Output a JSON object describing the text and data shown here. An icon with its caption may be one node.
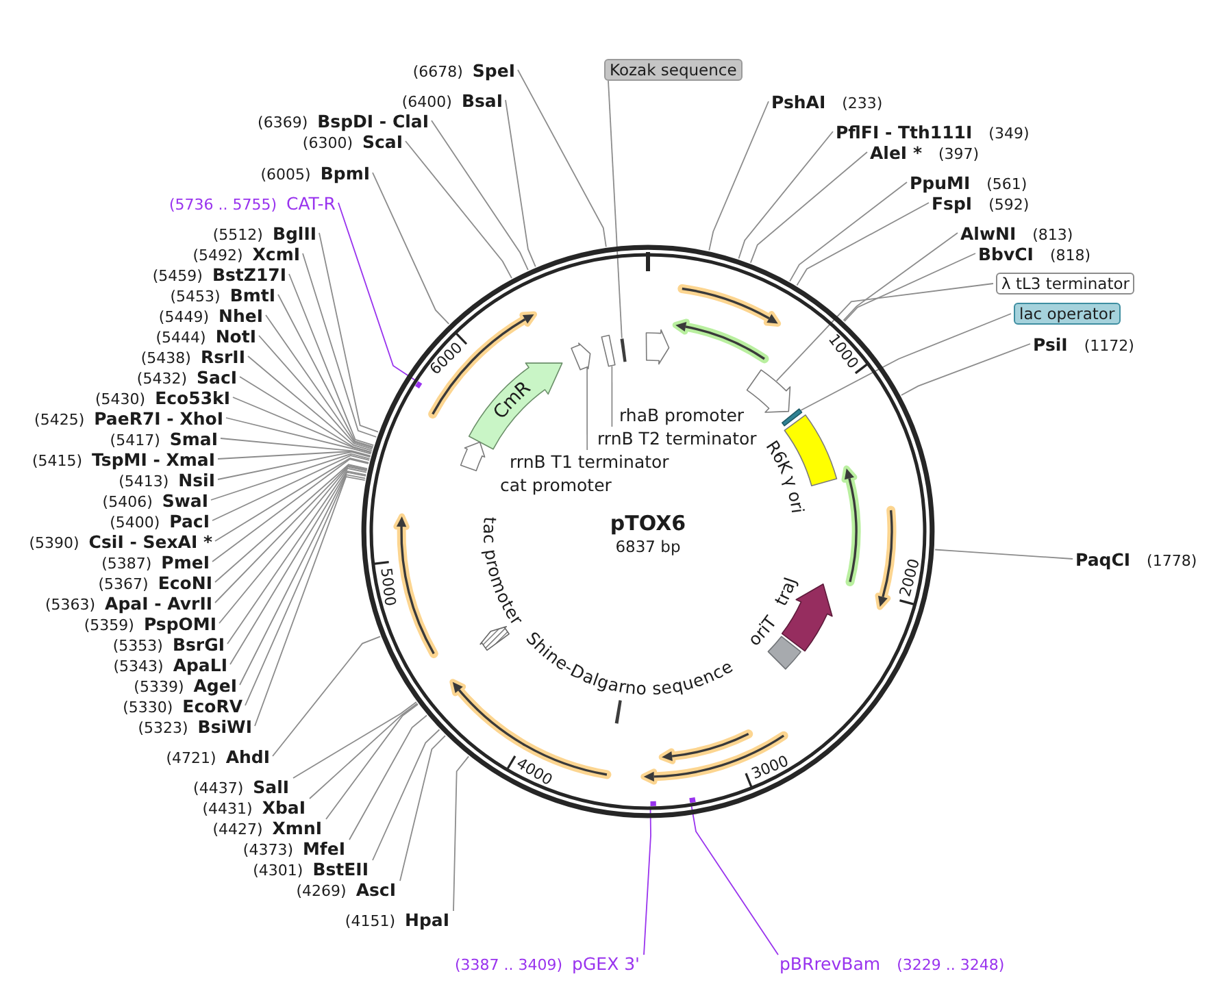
{
  "diagram": {
    "nodes": [
      {
        "text": [
          "pTOX6",
          "6837 bp"
        ]
      },
      {
        "text": [
          "CmR"
        ],
        "in": 0
      },
      {
        "text": [
          "cat promoter"
        ],
        "in": 0
      },
      {
        "text": [
          "rrnB T1 terminator"
        ],
        "in": 0
      },
      {
        "text": [],
        "shape": "arrow",
        "in": 0
      },
      {
        "text": [],
        "shape": "bar",
        "in": 0
      },
      {
        "text": [
          "rrnB T2 terminator"
        ],
        "in": 0
      },
      {
        "text": [],
        "shape": "bar",
        "in": 0
      },
      {
        "text": [
          "rhaB promoter"
        ],
        "in": 0
      },
      {
        "text": [],
        "shape": "arrow",
        "in": 0
      },
      {
        "text": [],
        "shape": "bar",
        "in": 0
      },
      {
        "text": [
          "R6K γ ori"
        ],
        "in": 0
      },
      {
        "text": [
          "traJ"
        ],
        "in": 0
      },
      {
        "text": [
          "oriT"
        ],
        "in": 0
      },
      {
        "text": [
          "Shine-Dalgarno sequence"
        ],
        "in": 0
      },
      {
        "text": [
          "tac promoter"
        ],
        "in": 0
      },
      {
        "text": [],
        "shape": "bar",
        "in": 0
      },
      {
        "text": [],
        "shape": "bar",
        "in": 0
      },
      {
        "text": [],
        "shape": "bar",
        "in": 0
      },
      {
        "text": [
          "Kozak sequence"
        ]
      },
      {
        "text": [
          "PshAI",
          "(233)"
        ]
      },
      {
        "text": [
          "PflFI - Tth111I",
          "(349)"
        ]
      },
      {
        "text": [
          "AleI *",
          "(397)"
        ]
      },
      {
        "text": [
          "PpuMI",
          "(561)"
        ]
      },
      {
        "text": [
          "FspI",
          "(592)"
        ]
      },
      {
        "text": [
          "AlwNI",
          "(813)"
        ]
      },
      {
        "text": [
          "BbvCI",
          "(818)"
        ]
      },
      {
        "text": [
          "λ tL3 terminator"
        ]
      },
      {
        "text": [
          "lac operator"
        ]
      },
      {
        "text": [
          "PsiI",
          "(1172)"
        ]
      },
      {
        "text": [
          "PaqCI",
          "(1778)"
        ]
      },
      {
        "text": [
          "pBRrevBam",
          "(3229 .. 3248)"
        ]
      },
      {
        "text": [
          "(3387 .. 3409)",
          "pGEX 3'"
        ]
      },
      {
        "text": [
          "(4151)",
          "HpaI"
        ]
      },
      {
        "text": [
          "(4269)",
          "AscI"
        ]
      },
      {
        "text": [
          "(4301)",
          "BstEII"
        ]
      },
      {
        "text": [
          "(4373)",
          "MfeI"
        ]
      },
      {
        "text": [
          "(4427)",
          "XmnI"
        ]
      },
      {
        "text": [
          "(4431)",
          "XbaI"
        ]
      },
      {
        "text": [
          "(4437)",
          "SalI"
        ]
      },
      {
        "text": [
          "(4721)",
          "AhdI"
        ]
      },
      {
        "text": [
          "(5323)",
          "BsiWI"
        ]
      },
      {
        "text": [
          "(5330)",
          "EcoRV"
        ]
      },
      {
        "text": [
          "(5339)",
          "AgeI"
        ]
      },
      {
        "text": [
          "(5343)",
          "ApaLI"
        ]
      },
      {
        "text": [
          "(5353)",
          "BsrGI"
        ]
      },
      {
        "text": [
          "(5359)",
          "PspOMI"
        ]
      },
      {
        "text": [
          "(5363)",
          "ApaI - AvrII"
        ]
      },
      {
        "text": [
          "(5367)",
          "EcoNI"
        ]
      },
      {
        "text": [
          "(5387)",
          "PmeI"
        ]
      },
      {
        "text": [
          "(5390)",
          "CsiI - SexAI *"
        ]
      },
      {
        "text": [
          "(5400)",
          "PacI"
        ]
      },
      {
        "text": [
          "(5406)",
          "SwaI"
        ]
      },
      {
        "text": [
          "(5413)",
          "NsiI"
        ]
      },
      {
        "text": [
          "(5415)",
          "TspMI - XmaI"
        ]
      },
      {
        "text": [
          "(5417)",
          "SmaI"
        ]
      },
      {
        "text": [
          "(5425)",
          "PaeR7I - XhoI"
        ]
      },
      {
        "text": [
          "(5430)",
          "Eco53kI"
        ]
      },
      {
        "text": [
          "(5432)",
          "SacI"
        ]
      },
      {
        "text": [
          "(5438)",
          "RsrII"
        ]
      },
      {
        "text": [
          "(5444)",
          "NotI"
        ]
      },
      {
        "text": [
          "(5449)",
          "NheI"
        ]
      },
      {
        "text": [
          "(5453)",
          "BmtI"
        ]
      },
      {
        "text": [
          "(5459)",
          "BstZ17I"
        ]
      },
      {
        "text": [
          "(5492)",
          "XcmI"
        ]
      },
      {
        "text": [
          "(5512)",
          "BglII"
        ]
      },
      {
        "text": [
          "(5736 .. 5755)",
          "CAT-R"
        ]
      },
      {
        "text": [
          "(6005)",
          "BpmI"
        ]
      },
      {
        "text": [
          "(6300)",
          "ScaI"
        ]
      },
      {
        "text": [
          "(6369)",
          "BspDI - ClaI"
        ]
      },
      {
        "text": [
          "(6400)",
          "BsaI"
        ]
      },
      {
        "text": [
          "(6678)",
          "SpeI"
        ]
      }
    ],
    "edges": [
      {
        "from": 3,
        "to": 4,
        "arrow": "none"
      },
      {
        "from": 6,
        "to": 5,
        "arrow": "none"
      },
      {
        "from": 19,
        "to": 7,
        "arrow": "none"
      },
      {
        "from": 20,
        "to": 0,
        "arrow": "none"
      },
      {
        "from": 21,
        "to": 0,
        "arrow": "none"
      },
      {
        "from": 22,
        "to": 0,
        "arrow": "none"
      },
      {
        "from": 23,
        "to": 0,
        "arrow": "none"
      },
      {
        "from": 24,
        "to": 0,
        "arrow": "none"
      },
      {
        "from": 25,
        "to": 0,
        "arrow": "none"
      },
      {
        "from": 26,
        "to": 0,
        "arrow": "none"
      },
      {
        "from": 27,
        "to": 9,
        "arrow": "none"
      },
      {
        "from": 28,
        "to": 10,
        "arrow": "none"
      },
      {
        "from": 29,
        "to": 0,
        "arrow": "none"
      },
      {
        "from": 30,
        "to": 0,
        "arrow": "none"
      },
      {
        "from": 31,
        "to": 18,
        "arrow": "none",
        "color": "#9933ee"
      },
      {
        "from": 32,
        "to": 17,
        "arrow": "none",
        "color": "#9933ee"
      },
      {
        "from": 33,
        "to": 0,
        "arrow": "none"
      },
      {
        "from": 34,
        "to": 0,
        "arrow": "none"
      },
      {
        "from": 35,
        "to": 0,
        "arrow": "none"
      },
      {
        "from": 36,
        "to": 0,
        "arrow": "none"
      },
      {
        "from": 37,
        "to": 0,
        "arrow": "none"
      },
      {
        "from": 38,
        "to": 0,
        "arrow": "none"
      },
      {
        "from": 39,
        "to": 0,
        "arrow": "none"
      },
      {
        "from": 40,
        "to": 0,
        "arrow": "none"
      },
      {
        "from": 41,
        "to": 0,
        "arrow": "none"
      },
      {
        "from": 42,
        "to": 0,
        "arrow": "none"
      },
      {
        "from": 43,
        "to": 0,
        "arrow": "none"
      },
      {
        "from": 44,
        "to": 0,
        "arrow": "none"
      },
      {
        "from": 45,
        "to": 0,
        "arrow": "none"
      },
      {
        "from": 46,
        "to": 0,
        "arrow": "none"
      },
      {
        "from": 47,
        "to": 0,
        "arrow": "none"
      },
      {
        "from": 48,
        "to": 0,
        "arrow": "none"
      },
      {
        "from": 49,
        "to": 0,
        "arrow": "none"
      },
      {
        "from": 50,
        "to": 0,
        "arrow": "none"
      },
      {
        "from": 51,
        "to": 0,
        "arrow": "none"
      },
      {
        "from": 52,
        "to": 0,
        "arrow": "none"
      },
      {
        "from": 53,
        "to": 0,
        "arrow": "none"
      },
      {
        "from": 54,
        "to": 0,
        "arrow": "none"
      },
      {
        "from": 55,
        "to": 0,
        "arrow": "none"
      },
      {
        "from": 56,
        "to": 0,
        "arrow": "none"
      },
      {
        "from": 57,
        "to": 0,
        "arrow": "none"
      },
      {
        "from": 58,
        "to": 0,
        "arrow": "none"
      },
      {
        "from": 59,
        "to": 0,
        "arrow": "none"
      },
      {
        "from": 60,
        "to": 0,
        "arrow": "none"
      },
      {
        "from": 61,
        "to": 0,
        "arrow": "none"
      },
      {
        "from": 62,
        "to": 0,
        "arrow": "none"
      },
      {
        "from": 63,
        "to": 0,
        "arrow": "none"
      },
      {
        "from": 64,
        "to": 0,
        "arrow": "none"
      },
      {
        "from": 65,
        "to": 0,
        "arrow": "none"
      },
      {
        "from": 66,
        "to": 16,
        "arrow": "none",
        "color": "#9933ee"
      },
      {
        "from": 67,
        "to": 0,
        "arrow": "none"
      },
      {
        "from": 68,
        "to": 0,
        "arrow": "none"
      },
      {
        "from": 69,
        "to": 0,
        "arrow": "none"
      },
      {
        "from": 70,
        "to": 0,
        "arrow": "none"
      },
      {
        "from": 71,
        "to": 0,
        "arrow": "none"
      }
    ],
    "labels": [
      "1000",
      "2000",
      "3000",
      "4000",
      "5000",
      "6000"
    ]
  }
}
